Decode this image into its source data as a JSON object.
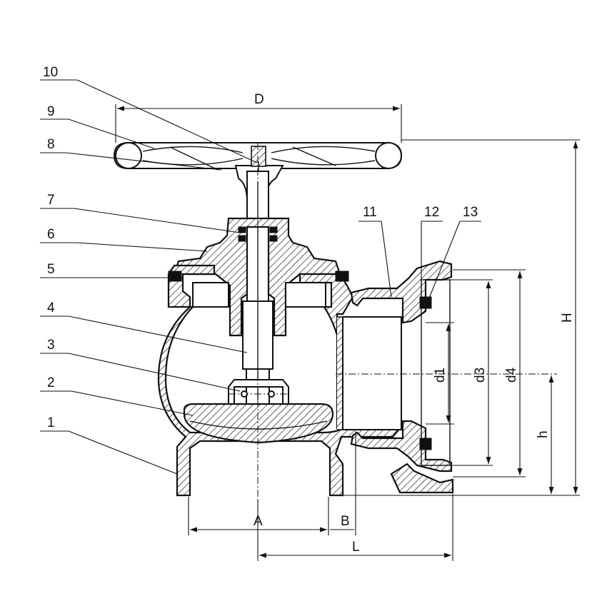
{
  "part_labels": [
    "1",
    "2",
    "3",
    "4",
    "5",
    "6",
    "7",
    "8",
    "9",
    "10",
    "11",
    "12",
    "13"
  ],
  "dimension_labels": {
    "D": "D",
    "A": "A",
    "B": "B",
    "L": "L",
    "H": "H",
    "h": "h",
    "d1": "d1",
    "d3": "d3",
    "d4": "d4"
  }
}
